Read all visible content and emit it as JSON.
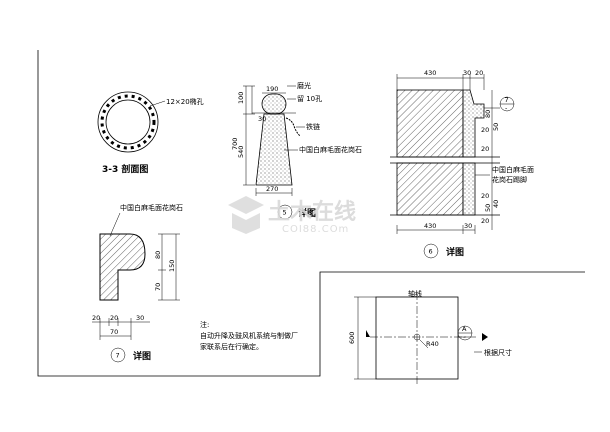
{
  "section_33": {
    "hole_note": "12×20椭孔",
    "title": "3-3  剖面图"
  },
  "detail5": {
    "labels": {
      "polish": "磨光",
      "hole": "留  10孔",
      "chain": "铁链",
      "granite": "中国白麻毛面花岗石"
    },
    "dims": {
      "d100": "100",
      "d190": "190",
      "d700": "700",
      "d540": "540",
      "d30": "30",
      "d270": "270"
    },
    "num": "5",
    "title": "详图"
  },
  "detail6": {
    "top_dims": {
      "d430": "430",
      "d30": "30",
      "d20": "20"
    },
    "right_dims": {
      "d80": "80",
      "d20a": "20",
      "d50a": "50",
      "d20b": "20",
      "d20c": "20",
      "d40": "40",
      "d20d": "20",
      "d50b": "50"
    },
    "callout": {
      "num": "7",
      "ref": "-"
    },
    "granite": "中国白麻毛面\n花岗石踢脚",
    "granite_line1": "中国白麻毛面",
    "granite_line2": "花岗石踢脚",
    "bottom_dims": {
      "d430": "430",
      "d30": "30"
    },
    "num": "6",
    "title": "详图"
  },
  "detail7": {
    "granite": "中国白麻毛面花岗石",
    "dims": {
      "d80": "80",
      "d150": "150",
      "d70": "70",
      "b20a": "20",
      "b20b": "20",
      "b30": "30",
      "b70": "70"
    },
    "num": "7",
    "title": "详图"
  },
  "note": {
    "line1": "注:",
    "line2": "自动升降及鼓风机系统与制做厂",
    "line3": "家联系后在行确定。"
  },
  "plan": {
    "axis": "轴线",
    "d600": "600",
    "r40": "R40",
    "callout": {
      "letter": "A",
      "ref": "-"
    },
    "size_note": "根据尺寸"
  },
  "watermark": {
    "text1": "土木在线",
    "text2": "COI88.COm"
  }
}
